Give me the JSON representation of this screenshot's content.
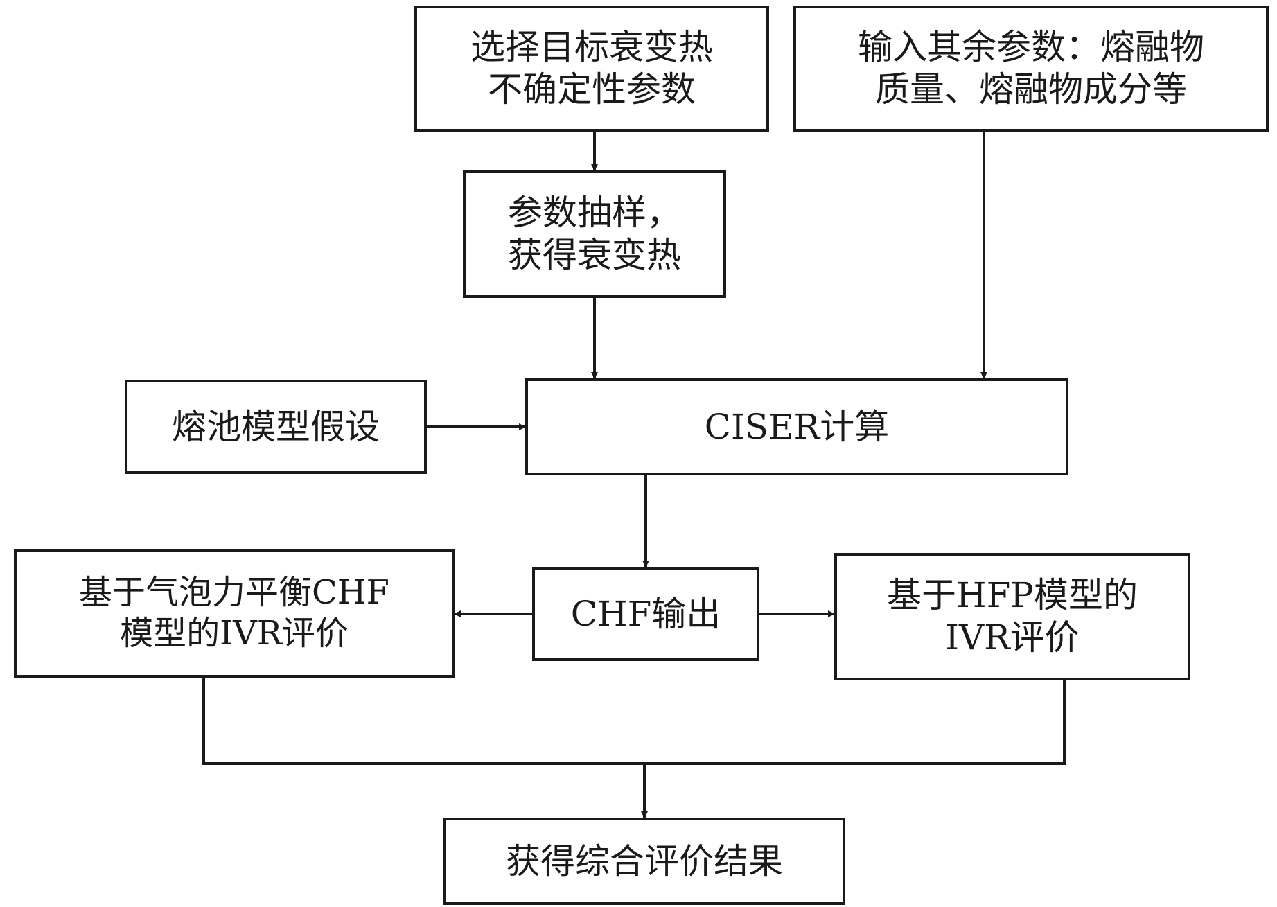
{
  "nodes": {
    "select_params": {
      "lines": [
        "选择目标衰变热",
        "不确定性参数"
      ]
    },
    "input_params": {
      "lines": [
        "输入其余参数：熔融物",
        "质量、熔融物成分等"
      ]
    },
    "sampling": {
      "lines": [
        "参数抽样，",
        "获得衰变热"
      ]
    },
    "pool_model": {
      "lines": [
        "熔池模型假设"
      ]
    },
    "ciser": {
      "lines": [
        "CISER计算"
      ]
    },
    "chf_output": {
      "lines": [
        "CHF输出"
      ]
    },
    "bubble_chf": {
      "lines": [
        "基于气泡力平衡CHF",
        "模型的IVR评价"
      ]
    },
    "hfp_model": {
      "lines": [
        "基于HFP模型的",
        "IVR评价"
      ]
    },
    "result": {
      "lines": [
        "获得综合评价结果"
      ]
    }
  },
  "colors": {
    "stroke": "#1a1a1a",
    "background": "#ffffff"
  }
}
